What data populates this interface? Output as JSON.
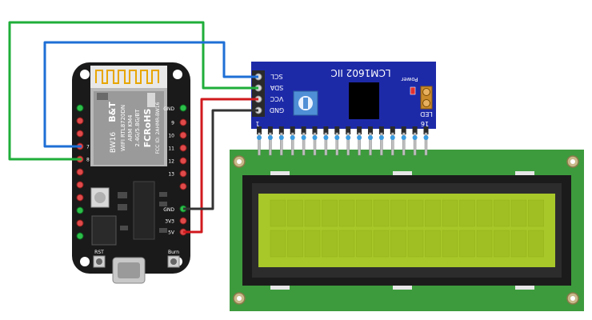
{
  "esp_board": {
    "brand": "B&T",
    "model": "BW16",
    "module_line1": "WIFI RTL8720DN",
    "module_line2": "ARM KM4",
    "module_line3": "2.4G/5.8G/BT",
    "cert": "FCRoHS",
    "fcc_id": "FCC ID: 2AHMR-BW16",
    "pin_gnd_top": "GND",
    "left_pins": [
      "",
      "",
      "",
      "7",
      "8",
      "",
      "",
      "",
      "",
      "",
      ""
    ],
    "right_pins": [
      "9",
      "10",
      "11",
      "12",
      "13",
      "",
      "3V3",
      "5V"
    ],
    "right_gnd": "GND",
    "btn_rst": "RST",
    "btn_burn": "Burn"
  },
  "i2c_module": {
    "title": "LCM1602 IIC",
    "power_label": "Power",
    "led_label": "LED",
    "pin_labels": [
      "SCL",
      "SDA",
      "VCC",
      "GND"
    ],
    "pin_first": "1",
    "pin_last": "16"
  },
  "wire_colors": {
    "scl": "#1e6fd6",
    "sda": "#1fae3a",
    "vcc": "#d0191d",
    "gnd": "#333333"
  }
}
